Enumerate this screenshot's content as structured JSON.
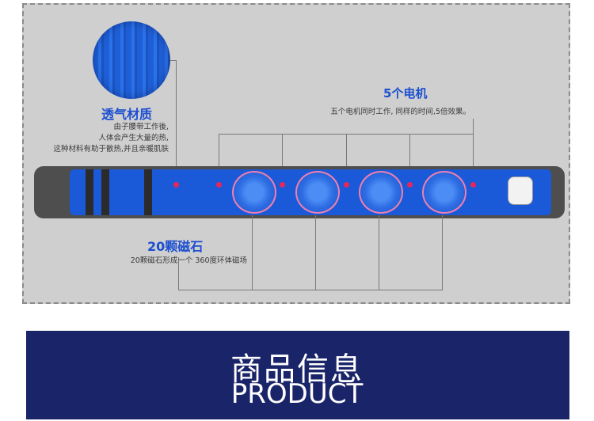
{
  "feature_breathable": {
    "title": "透气材质",
    "lines": [
      "由子腰带工作後,",
      "人体会产生大量的热,",
      "这种材料有助于散热,并且亲暖肌肤"
    ]
  },
  "feature_motors": {
    "title": "5个电机",
    "description": "五个电机同时工作, 同样的时间,5倍效果。"
  },
  "feature_magnets": {
    "title": "20颗磁石",
    "description": "20颗磁石形成一个 360度环体磁场"
  },
  "banner": {
    "title_cn": "商品信息",
    "title_en": "PRODUCT",
    "background": "#1a2468"
  },
  "colors": {
    "accent_blue": "#1c4fd0",
    "belt_blue": "#1a5ad8",
    "marker_red": "#e8265a"
  }
}
